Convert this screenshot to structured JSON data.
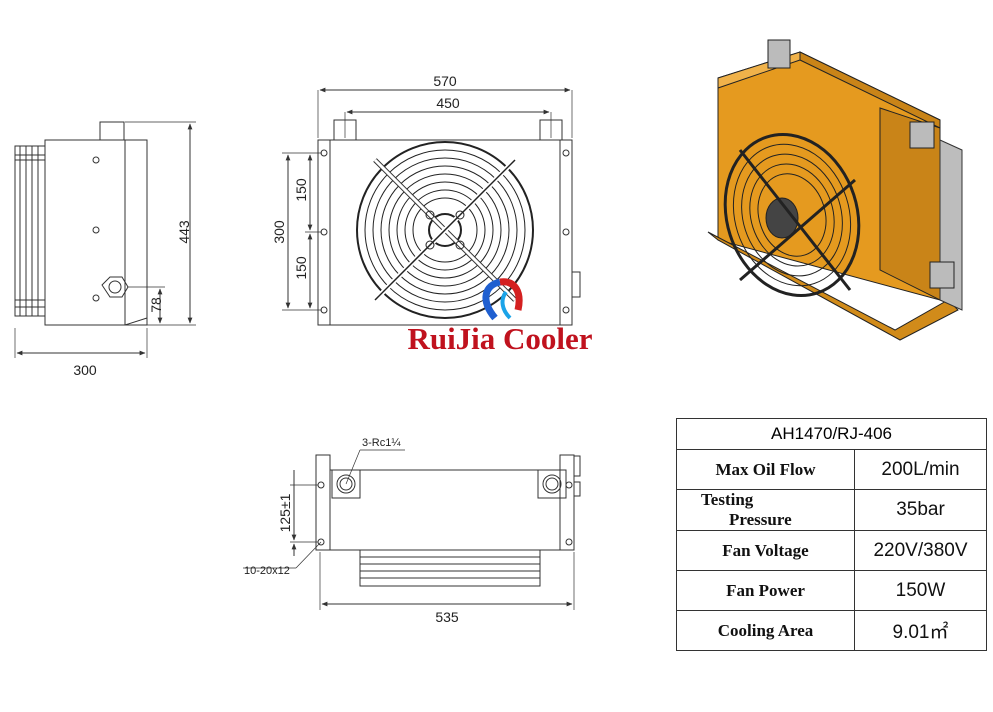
{
  "side_view": {
    "width": "300",
    "height": "443",
    "port_height": "78"
  },
  "front_view": {
    "overall_width": "570",
    "mount_width": "450",
    "overall_height": "300",
    "upper_half": "150",
    "lower_half": "150"
  },
  "top_view": {
    "port_label": "3-Rc1¼",
    "mount_height": "125±1",
    "hole_label": "10-20x12",
    "length": "535"
  },
  "brand": {
    "name": "RuiJia Cooler"
  },
  "colors": {
    "body": "#e59a1f",
    "brand_red": "#c0121e",
    "line": "#333333"
  },
  "specs": {
    "model": "AH1470/RJ-406",
    "rows": [
      {
        "label": "Max Oil Flow",
        "value": "200L/min"
      },
      {
        "label_top": "Testing",
        "label_bottom": "Pressure",
        "value": "35bar"
      },
      {
        "label": "Fan Voltage",
        "value": "220V/380V"
      },
      {
        "label": "Fan Power",
        "value": "150W"
      },
      {
        "label": "Cooling Area",
        "value": "9.01㎡"
      }
    ]
  }
}
